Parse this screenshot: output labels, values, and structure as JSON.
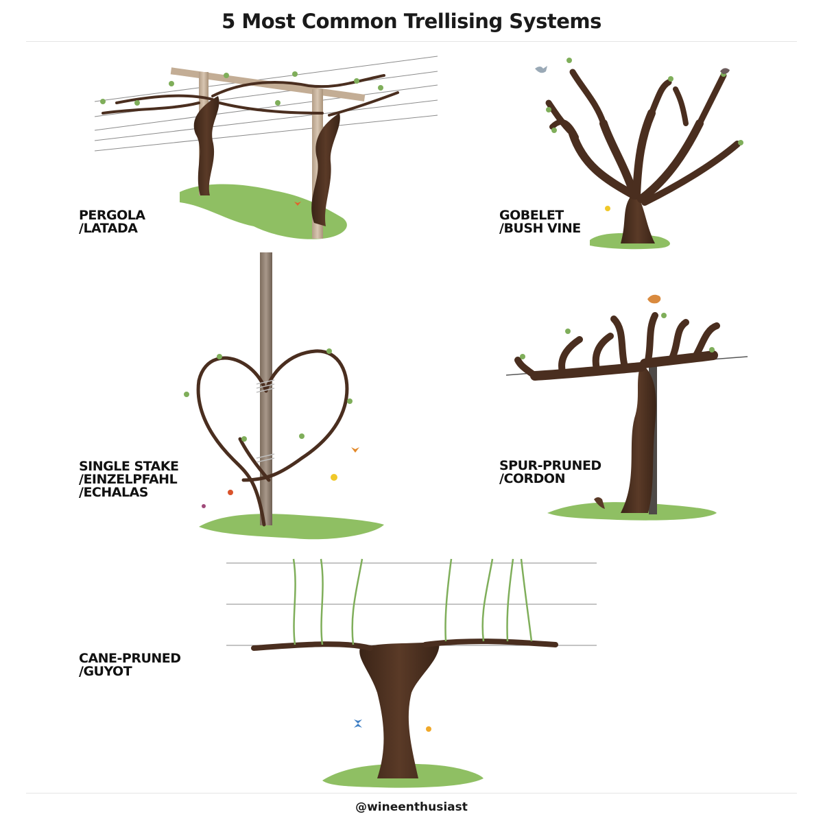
{
  "title": "5 Most Common Trellising Systems",
  "systems": [
    {
      "id": "pergola",
      "lines": [
        "PERGOLA",
        "/LATADA"
      ]
    },
    {
      "id": "gobelet",
      "lines": [
        "GOBELET",
        "/BUSH VINE"
      ]
    },
    {
      "id": "single-stake",
      "lines": [
        "SINGLE STAKE",
        "/EINZELPFAHL",
        "/ECHALAS"
      ]
    },
    {
      "id": "spur-pruned",
      "lines": [
        "SPUR-PRUNED",
        "/CORDON"
      ]
    },
    {
      "id": "cane-pruned",
      "lines": [
        "CANE-PRUNED",
        "/GUYOT"
      ]
    }
  ],
  "footer": "@wineenthusiast",
  "colors": {
    "trunk": "#4a2e1f",
    "post": "#c9b49c",
    "grass": "#8fbf63",
    "leaf": "#7fae5a",
    "wire": "#888888"
  }
}
